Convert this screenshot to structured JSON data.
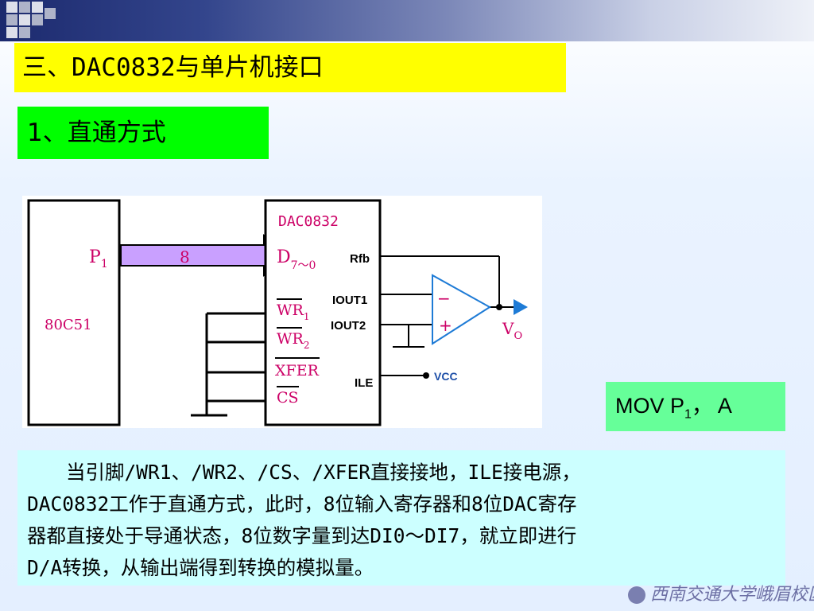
{
  "heading": "三、DAC0832与单片机接口",
  "subheading": "1、直通方式",
  "diagram": {
    "mcu_label": "80C51",
    "port_label": "P",
    "port_sub": "1",
    "bus_width": "8",
    "dac_label": "DAC0832",
    "data_pin": "D",
    "data_pin_sub": "7～0",
    "wr1": "WR",
    "wr1_sub": "1",
    "wr2": "WR",
    "wr2_sub": "2",
    "xfer": "XFER",
    "cs": "CS",
    "rfb": "Rfb",
    "iout1": "IOUT1",
    "iout2": "IOUT2",
    "ile": "ILE",
    "vcc": "VCC",
    "opamp_minus": "−",
    "opamp_plus": "+",
    "output": "V",
    "output_sub": "O"
  },
  "code": {
    "text1": "MOV  P",
    "sub": "1",
    "text2": "， A"
  },
  "paragraph": {
    "line1": "　　当引脚/WR1、/WR2、/CS、/XFER直接接地，ILE接电源，",
    "line2": "DAC0832工作于直通方式，此时，8位输入寄存器和8位DAC寄存",
    "line3": "器都直接处于导通状态，8位数字量到达DI0～DI7，就立即进行",
    "line4": "D/A转换，从输出端得到转换的模拟量。"
  },
  "logo": "西南交通大学峨眉校区",
  "colors": {
    "heading_bg": "#ffff00",
    "subheading_bg": "#00ff00",
    "code_bg": "#66ff99",
    "paragraph_bg": "#ccffff",
    "label_color": "#cc0066",
    "bus_fill": "#c9a0ff"
  }
}
